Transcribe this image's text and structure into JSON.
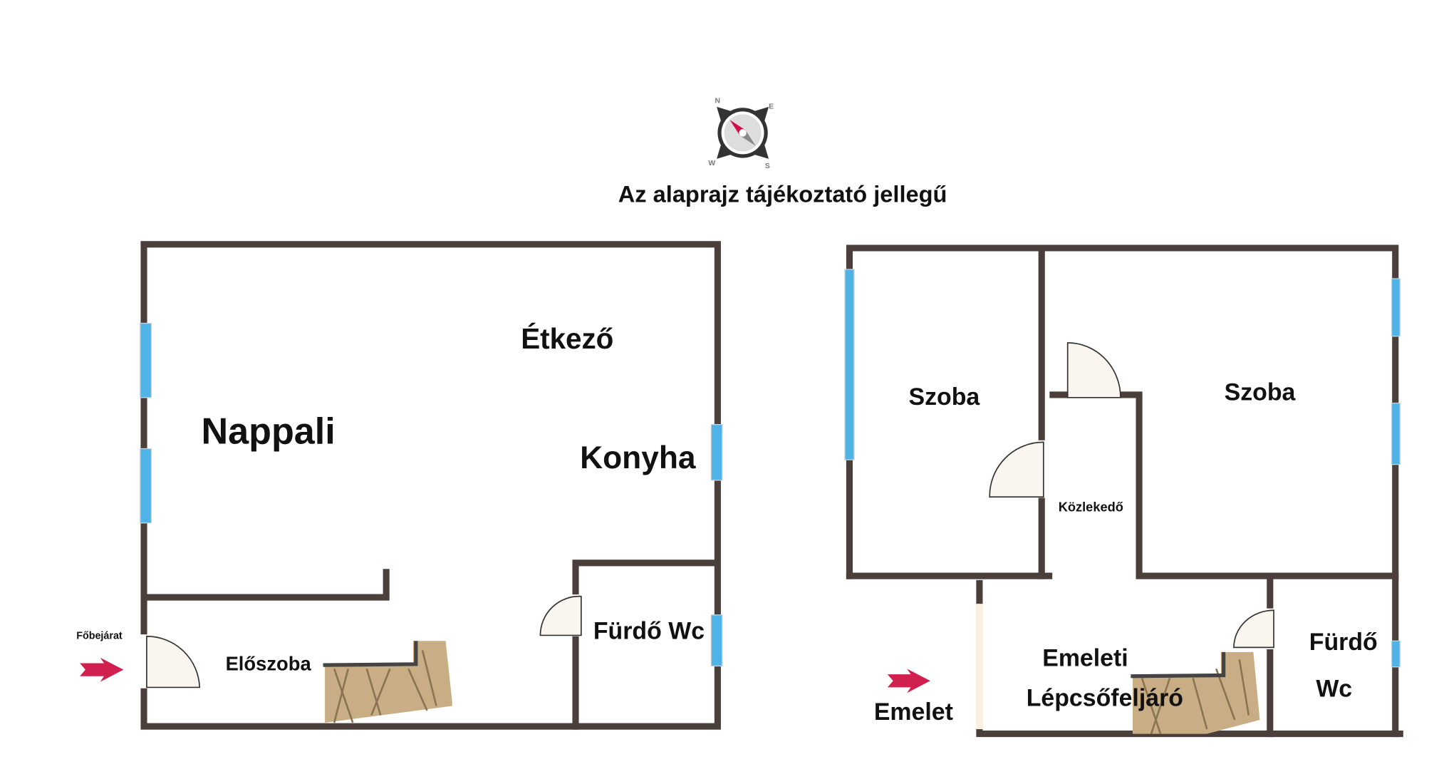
{
  "title": "Az alaprajz tájékoztató jellegű",
  "compass": {
    "n": "N",
    "e": "E",
    "s": "S",
    "w": "W"
  },
  "ground_floor": {
    "rooms": {
      "living": "Nappali",
      "dining": "Étkező",
      "kitchen": "Konyha",
      "bath": "Fürdő Wc",
      "hall": "Előszoba"
    },
    "entrance": "Főbejárat"
  },
  "upper_floor": {
    "rooms": {
      "room1": "Szoba",
      "room2": "Szoba",
      "corridor": "Közlekedő",
      "stair1": "Emeleti",
      "stair2": "Lépcsőfeljáró",
      "bath1": "Fürdő",
      "bath2": "Wc"
    },
    "entrance": "Emelet"
  },
  "colors": {
    "wall": "#4a3f3a",
    "window": "#4fb3e8",
    "arrow": "#d02050"
  }
}
